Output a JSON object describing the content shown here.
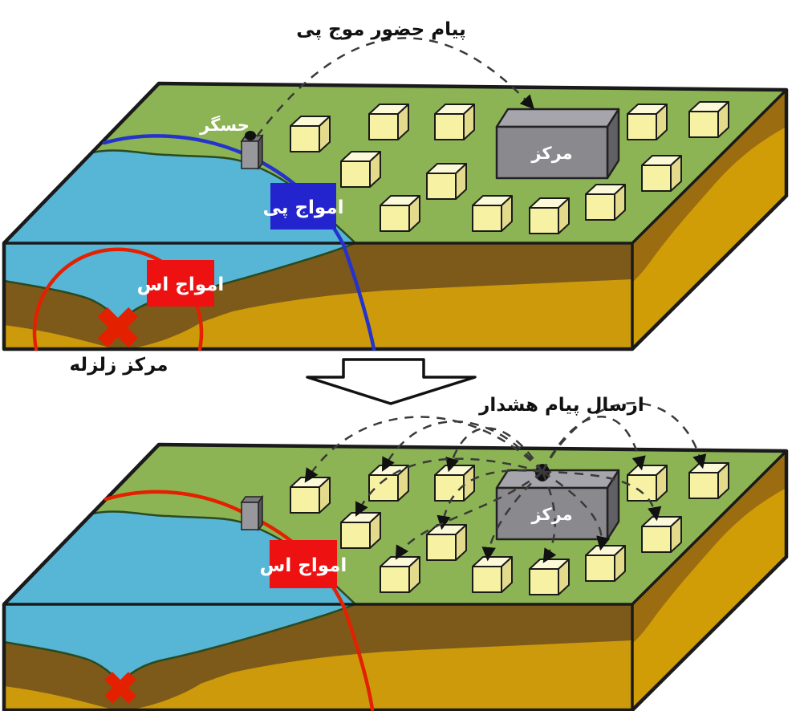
{
  "diagram": {
    "description": "Earthquake early warning system diagram with two 3D terrain scenes",
    "top_scene": {
      "message_label": "پیام حضور موج پی",
      "sensor_label": "حسگر",
      "center_label": "مرکز",
      "p_waves_label": "امواج پی",
      "s_waves_label": "امواج اس",
      "epicenter_label": "مرکز زلزله"
    },
    "bottom_scene": {
      "warning_label": "ارسال پیام هشدار",
      "center_label": "مرکز",
      "s_waves_label": "امواج اس"
    }
  },
  "icons": {
    "sensor": "small-gray-box-with-dot",
    "epicenter_marker": "red-x-cross",
    "center_antenna": "black-dot",
    "transition": "hollow-down-arrow"
  },
  "colors": {
    "land": "#8db454",
    "sea": "#57b5d6",
    "coast": "#2a4a20",
    "soil_gold": "#cc9a0a",
    "soil_dark": "#7d5a1a",
    "soil_gold_side": "#d09d07",
    "soil_band_side": "#9c6d10",
    "cube_front": "#f7f2a3",
    "cube_top": "#fbf9d8",
    "cube_side": "#e3da8c",
    "gray_front": "#8a8a8e",
    "gray_top": "#a5a5ab",
    "gray_side": "#616165",
    "sensor_front": "#97979c",
    "sensor_top": "#7a7a80",
    "sensor_side": "#55555a",
    "label_blue": "#2424cf",
    "label_red": "#ee1111",
    "p_wave": "#2433cc",
    "s_wave": "#e32100",
    "dash": "#3a3a3a",
    "outline": "#1a1a1a",
    "label_text": "#ffffff",
    "text": "#111111"
  }
}
